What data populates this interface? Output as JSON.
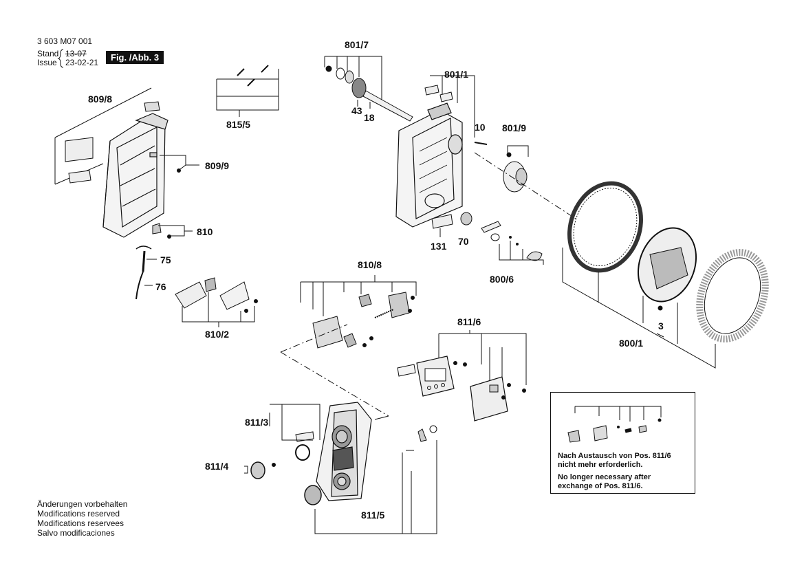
{
  "header": {
    "doc_number": "3 603 M07 001",
    "stand_label": "Stand",
    "issue_label": "Issue",
    "stand_date": "13-07",
    "issue_date": "23-02-21",
    "figure_label": "Fig. /Abb. 3"
  },
  "callouts": {
    "c809_8": "809/8",
    "c809_9": "809/9",
    "c810": "810",
    "c75": "75",
    "c76": "76",
    "c810_2": "810/2",
    "c815_5": "815/5",
    "c801_7": "801/7",
    "c43": "43",
    "c18": "18",
    "c801_1": "801/1",
    "c10": "10",
    "c801_9": "801/9",
    "c131": "131",
    "c70": "70",
    "c800_6": "800/6",
    "c810_8": "810/8",
    "c811_6": "811/6",
    "c3": "3",
    "c800_1": "800/1",
    "c811_3": "811/3",
    "c811_4": "811/4",
    "c811_5": "811/5"
  },
  "note_box": {
    "line_de_1": "Nach Austausch von Pos. 811/6",
    "line_de_2": "nicht mehr erforderlich.",
    "line_en_1": "No longer necessary after",
    "line_en_2": "exchange of Pos. 811/6."
  },
  "footer": {
    "line_1": "Änderungen vorbehalten",
    "line_2": "Modifications reserved",
    "line_3": "Modifications reservees",
    "line_4": "Salvo modificaciones"
  }
}
